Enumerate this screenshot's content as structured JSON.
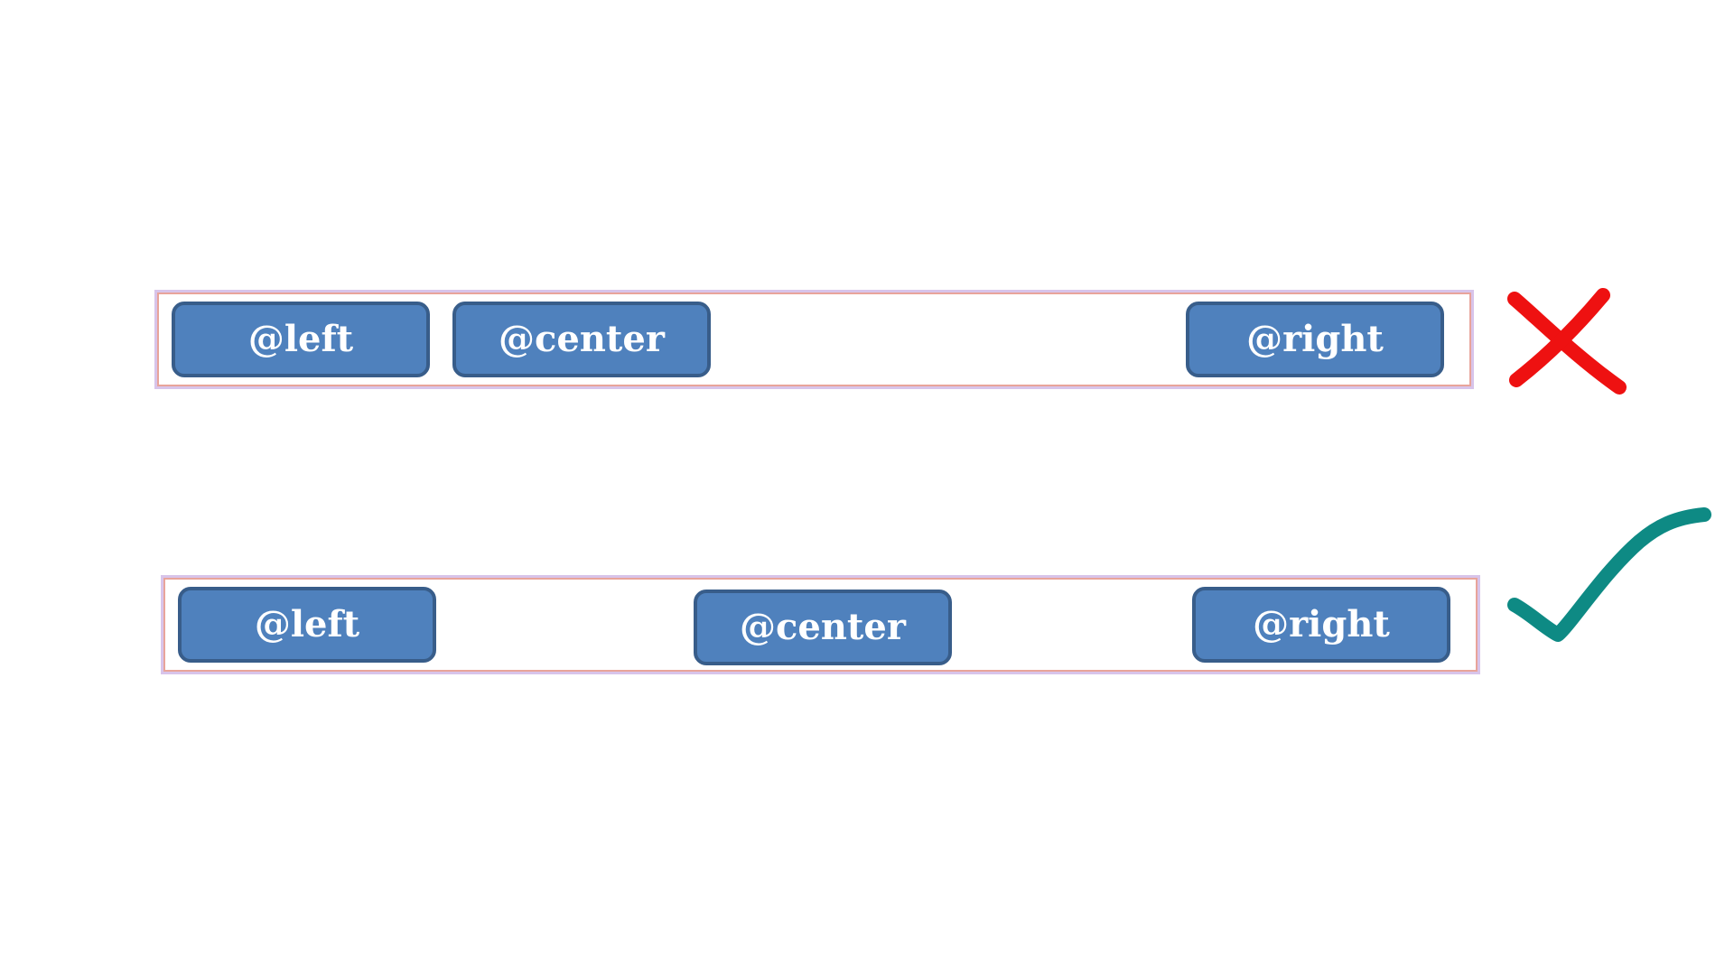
{
  "rows": [
    {
      "verdict": "incorrect",
      "buttons": {
        "left": "@left",
        "center": "@center",
        "right": "@right"
      }
    },
    {
      "verdict": "correct",
      "buttons": {
        "left": "@left",
        "center": "@center",
        "right": "@right"
      }
    }
  ],
  "colors": {
    "button_fill": "#4f81bd",
    "button_border": "#385d8a",
    "bar_border": "#e8a49a",
    "cross": "#ee1111",
    "check": "#0e8a84"
  },
  "icons": {
    "incorrect": "cross-icon",
    "correct": "checkmark-icon"
  }
}
